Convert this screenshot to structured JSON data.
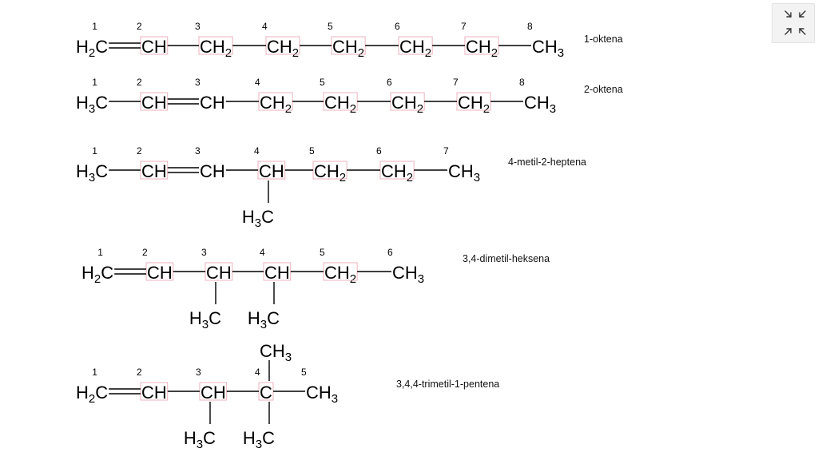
{
  "colors": {
    "bond": "#000000",
    "highlight": "#e8a0ad",
    "toolbar_bg": "#f3f3f3"
  },
  "toolbar": {
    "icon": "collapse-arrows-icon"
  },
  "molecules": [
    {
      "name": "1-oktena",
      "groups": [
        {
          "base": "H",
          "sub": "2",
          "after": "C",
          "num": "1"
        },
        {
          "base": "CH",
          "num": "2",
          "boxed": true
        },
        {
          "base": "CH",
          "sub": "2",
          "num": "3",
          "boxed": true
        },
        {
          "base": "CH",
          "sub": "2",
          "num": "4",
          "boxed": true
        },
        {
          "base": "CH",
          "sub": "2",
          "num": "5",
          "boxed": true
        },
        {
          "base": "CH",
          "sub": "2",
          "num": "6",
          "boxed": true
        },
        {
          "base": "CH",
          "sub": "2",
          "num": "7",
          "boxed": true
        },
        {
          "base": "CH",
          "sub": "3",
          "num": "8"
        }
      ],
      "bonds": [
        2,
        1,
        1,
        1,
        1,
        1,
        1
      ],
      "branches": []
    },
    {
      "name": "2-oktena",
      "groups": [
        {
          "base": "H",
          "sub": "3",
          "after": "C",
          "num": "1"
        },
        {
          "base": "CH",
          "num": "2",
          "boxed": true
        },
        {
          "base": "CH",
          "num": "3"
        },
        {
          "base": "CH",
          "sub": "2",
          "num": "4",
          "boxed": true
        },
        {
          "base": "CH",
          "sub": "2",
          "num": "5",
          "boxed": true
        },
        {
          "base": "CH",
          "sub": "2",
          "num": "6",
          "boxed": true
        },
        {
          "base": "CH",
          "sub": "2",
          "num": "7",
          "boxed": true
        },
        {
          "base": "CH",
          "sub": "3",
          "num": "8"
        }
      ],
      "bonds": [
        1,
        2,
        1,
        1,
        1,
        1,
        1
      ],
      "branches": []
    },
    {
      "name": "4-metil-2-heptena",
      "groups": [
        {
          "base": "H",
          "sub": "3",
          "after": "C",
          "num": "1"
        },
        {
          "base": "CH",
          "num": "2",
          "boxed": true
        },
        {
          "base": "CH",
          "num": "3"
        },
        {
          "base": "CH",
          "num": "4",
          "boxed": true
        },
        {
          "base": "CH",
          "sub": "2",
          "num": "5",
          "boxed": true
        },
        {
          "base": "CH",
          "sub": "2",
          "num": "6",
          "boxed": true
        },
        {
          "base": "CH",
          "sub": "3",
          "num": "7"
        }
      ],
      "bonds": [
        1,
        2,
        1,
        1,
        1,
        1
      ],
      "branches": [
        {
          "at": 3,
          "dir": "down",
          "base": "H",
          "sub": "3",
          "after": "C"
        }
      ]
    },
    {
      "name": "3,4-dimetil-heksena",
      "groups": [
        {
          "base": "H",
          "sub": "2",
          "after": "C",
          "num": "1"
        },
        {
          "base": "CH",
          "num": "2",
          "boxed": true
        },
        {
          "base": "CH",
          "num": "3",
          "boxed": true
        },
        {
          "base": "CH",
          "num": "4",
          "boxed": true
        },
        {
          "base": "CH",
          "sub": "2",
          "num": "5",
          "boxed": true
        },
        {
          "base": "CH",
          "sub": "3",
          "num": "6"
        }
      ],
      "bonds": [
        2,
        1,
        1,
        1,
        1
      ],
      "branches": [
        {
          "at": 2,
          "dir": "down",
          "base": "H",
          "sub": "3",
          "after": "C"
        },
        {
          "at": 3,
          "dir": "down",
          "base": "H",
          "sub": "3",
          "after": "C"
        }
      ]
    },
    {
      "name": "3,4,4-trimetil-1-pentena",
      "groups": [
        {
          "base": "H",
          "sub": "2",
          "after": "C",
          "num": "1"
        },
        {
          "base": "CH",
          "num": "2",
          "boxed": true
        },
        {
          "base": "CH",
          "num": "3",
          "boxed": true
        },
        {
          "base": "C",
          "num": "4",
          "boxed": true
        },
        {
          "base": "CH",
          "sub": "3",
          "num": "5"
        }
      ],
      "bonds": [
        2,
        1,
        1,
        1
      ],
      "branches": [
        {
          "at": 2,
          "dir": "down",
          "base": "H",
          "sub": "3",
          "after": "C"
        },
        {
          "at": 3,
          "dir": "down",
          "base": "H",
          "sub": "3",
          "after": "C"
        },
        {
          "at": 3,
          "dir": "up",
          "base": "CH",
          "sub": "3"
        }
      ]
    }
  ]
}
